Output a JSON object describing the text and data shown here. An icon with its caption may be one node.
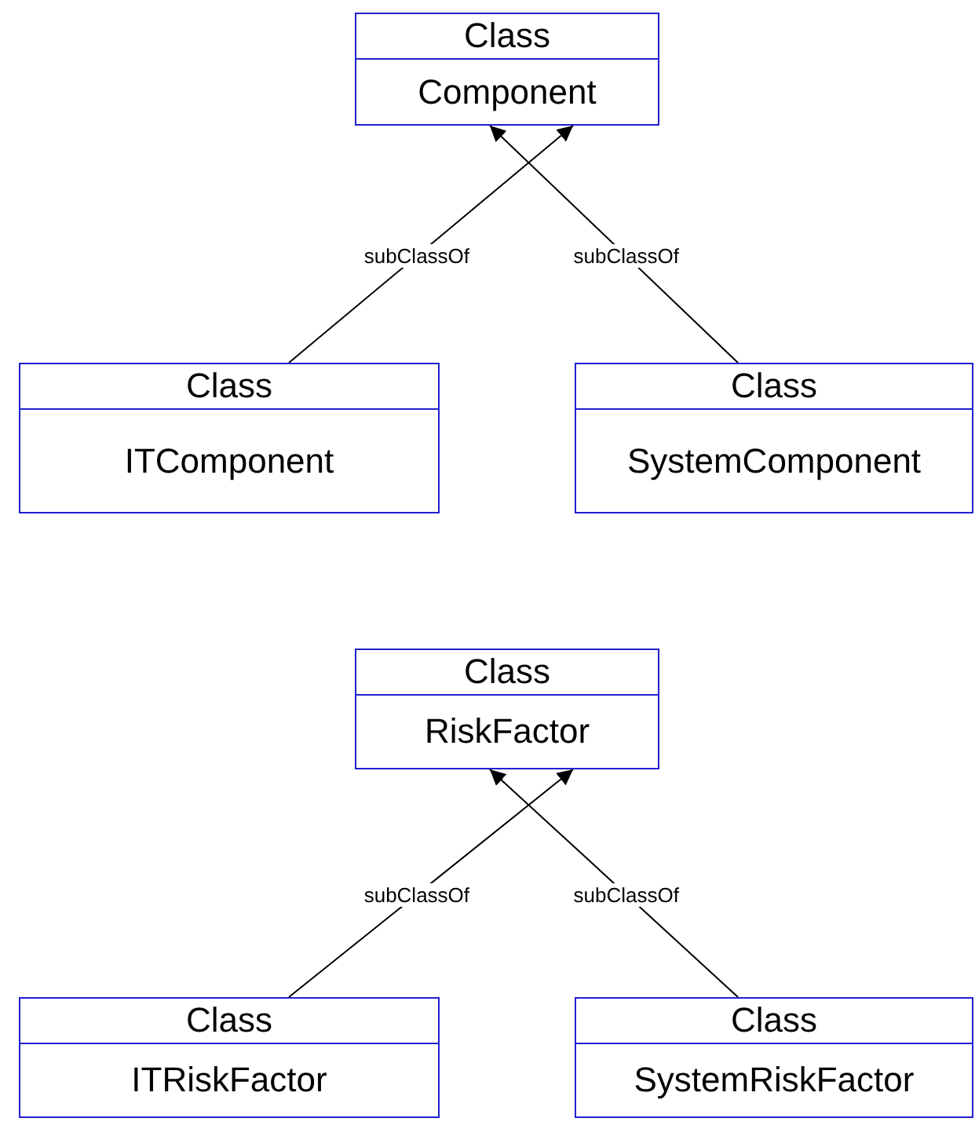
{
  "diagram": {
    "nodes": [
      {
        "text": [
          "Class",
          "Component"
        ]
      },
      {
        "text": [
          "Class",
          "ITComponent"
        ]
      },
      {
        "text": [
          "Class",
          "SystemComponent"
        ]
      },
      {
        "text": [
          "Class",
          "RiskFactor"
        ]
      },
      {
        "text": [
          "Class",
          "ITRiskFactor"
        ]
      },
      {
        "text": [
          "Class",
          "SystemRiskFactor"
        ]
      }
    ],
    "edges": [
      {
        "from": 1,
        "to": 0,
        "arrow": "to",
        "label": "subClassOf"
      },
      {
        "from": 2,
        "to": 0,
        "arrow": "to",
        "label": "subClassOf"
      },
      {
        "from": 4,
        "to": 3,
        "arrow": "to",
        "label": "subClassOf"
      },
      {
        "from": 5,
        "to": 3,
        "arrow": "to",
        "label": "subClassOf"
      }
    ]
  }
}
